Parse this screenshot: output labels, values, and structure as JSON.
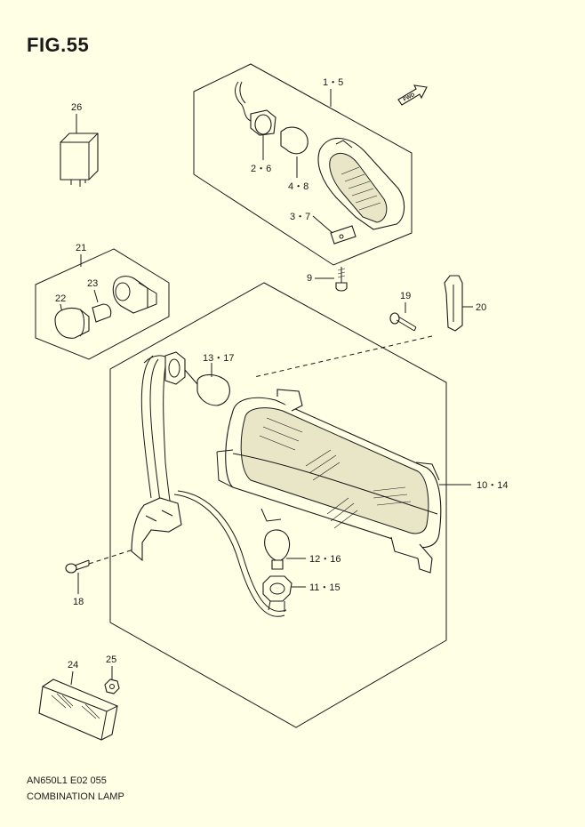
{
  "figure": {
    "title": "FIG.55",
    "code": "AN650L1 E02 055",
    "name": "COMBINATION LAMP",
    "fwd_label": "FWD"
  },
  "callouts": {
    "c1_5": "1・5",
    "c2_6": "2・6",
    "c4_8": "4・8",
    "c3_7": "3・7",
    "c9": "9",
    "c19": "19",
    "c20": "20",
    "c21": "21",
    "c22": "22",
    "c23": "23",
    "c26": "26",
    "c13_17": "13・17",
    "c10_14": "10・14",
    "c12_16": "12・16",
    "c11_15": "11・15",
    "c18": "18",
    "c24": "24",
    "c25": "25"
  }
}
